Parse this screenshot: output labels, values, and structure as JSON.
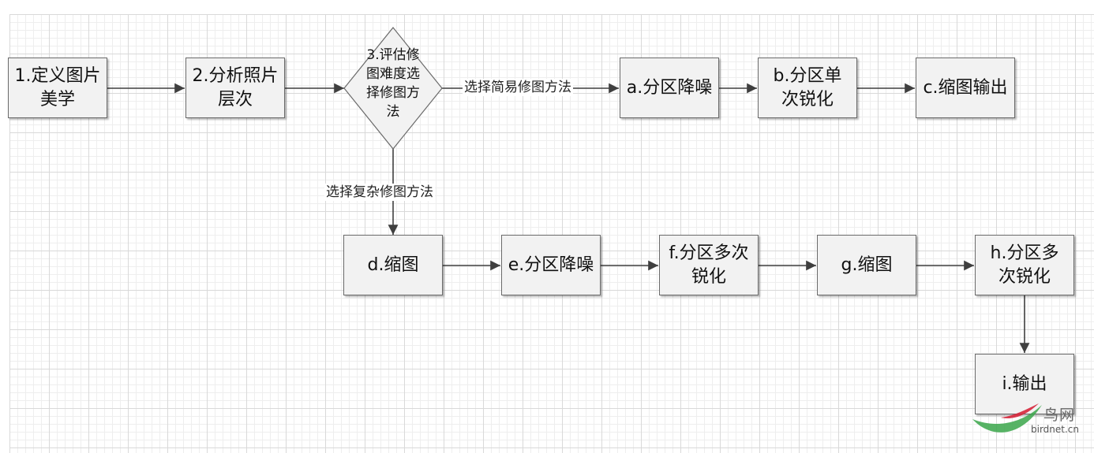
{
  "nodes": {
    "n1": {
      "label_line1": "1.定义图片",
      "label_line2": "美学"
    },
    "n2": {
      "label_line1": "2.分析照片",
      "label_line2": "层次"
    },
    "n3": {
      "label_line1": "3.评估修",
      "label_line2": "图难度选",
      "label_line3": "择修图方",
      "label_line4": "法"
    },
    "na": {
      "label": "a.分区降噪"
    },
    "nb": {
      "label_line1": "b.分区单",
      "label_line2": "次锐化"
    },
    "nc": {
      "label": "c.缩图输出"
    },
    "nd": {
      "label": "d.缩图"
    },
    "ne": {
      "label": "e.分区降噪"
    },
    "nf": {
      "label_line1": "f.分区多次",
      "label_line2": "锐化"
    },
    "ng": {
      "label": "g.缩图"
    },
    "nh": {
      "label_line1": "h.分区多",
      "label_line2": "次锐化"
    },
    "ni": {
      "label": "i.输出"
    }
  },
  "edges": {
    "simple_path": "选择简易修图方法",
    "complex_path": "选择复杂修图方法"
  },
  "watermark": {
    "name": "鸟网",
    "url": "birdnet.cn"
  },
  "colors": {
    "node_fill": "#f2f2f2",
    "node_border": "#6a6a6a",
    "connector": "#3f3f3f",
    "grid_major": "#d9d9d9",
    "grid_minor": "#eeeeee",
    "watermark_red": "#d6263b",
    "watermark_green": "#3aa64a"
  }
}
